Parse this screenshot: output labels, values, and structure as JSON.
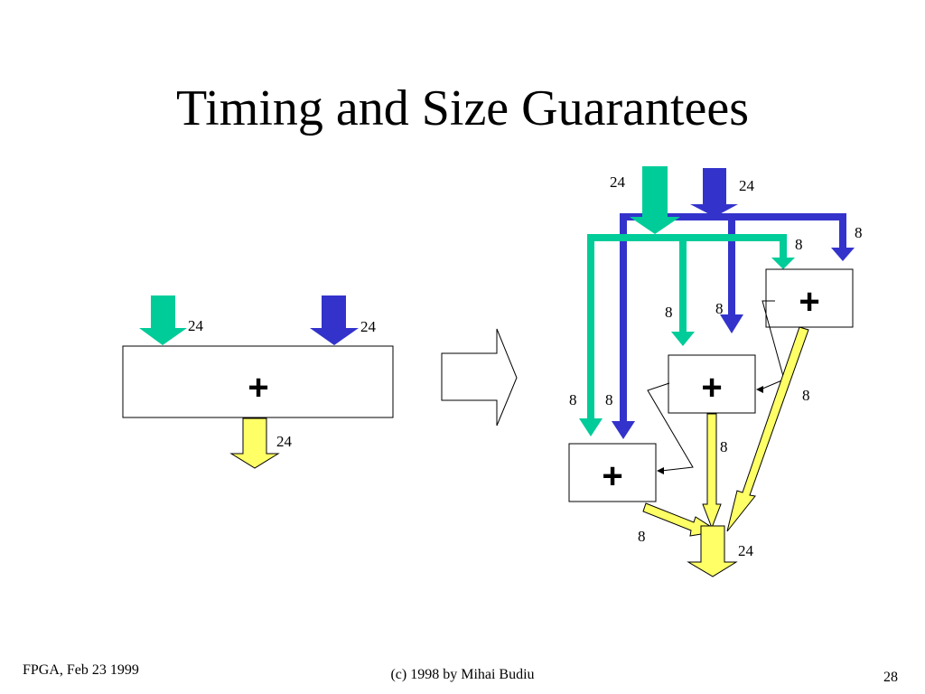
{
  "slide": {
    "title": "Timing and Size Guarantees",
    "footer_left": "FPGA, Feb 23 1999",
    "footer_center": "(c) 1998 by Mihai Budiu",
    "page_number": "28"
  },
  "colors": {
    "green": "#00cc99",
    "blue": "#3333cc",
    "yellow": "#ffff66"
  },
  "diagram": {
    "operator": "+",
    "left": {
      "input_a_width": "24",
      "input_b_width": "24",
      "output_width": "24"
    },
    "right": {
      "input_a_width": "24",
      "input_b_width": "24",
      "adder_top": {
        "in_a": "8",
        "in_b": "8",
        "carry_out": "8"
      },
      "adder_mid": {
        "in_a": "8",
        "in_b": "8",
        "out": "8"
      },
      "adder_bot": {
        "in_a": "8",
        "in_b": "8",
        "out": "8"
      },
      "output_width": "24"
    }
  }
}
